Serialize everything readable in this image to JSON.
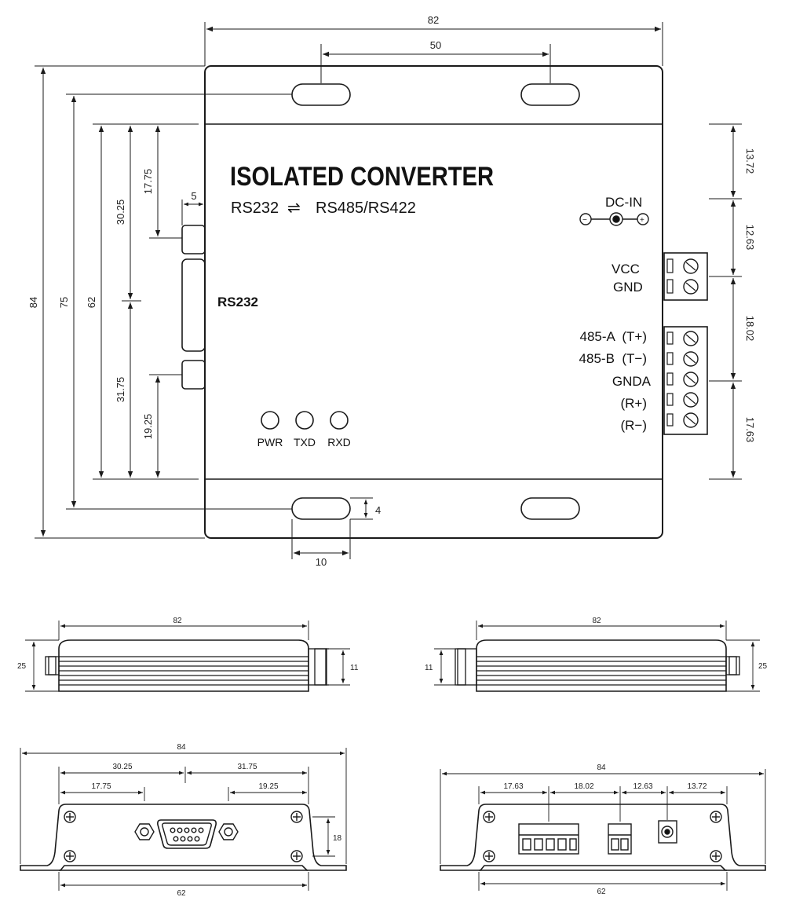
{
  "colors": {
    "line": "#1a1a1a",
    "paper": "#ffffff",
    "fill_dark": "#111111"
  },
  "top_view": {
    "title": "ISOLATED CONVERTER",
    "subtitle_left": "RS232",
    "subtitle_arrow": "⇌",
    "subtitle_right": "RS485/RS422",
    "port_label": "RS232",
    "dc_in": "DC-IN",
    "minus_sign": "−",
    "plus_sign": "+",
    "power_terminals": [
      "VCC",
      "GND"
    ],
    "signal_terminals": [
      "485-A  (T+)",
      "485-B  (T−)",
      "GNDA",
      "(R+)",
      "(R−)"
    ],
    "leds": [
      "PWR",
      "TXD",
      "RXD"
    ],
    "dimensions": {
      "overall_width": "82",
      "hole_spacing": "50",
      "overall_height": "84",
      "hole_height": "75",
      "body_height": "62",
      "upper_offset": "30.25",
      "upper_port": "17.75",
      "lower_offset": "31.75",
      "lower_port": "19.25",
      "port_depth": "5",
      "slot_width": "10",
      "slot_height": "4",
      "right_a": "13.72",
      "right_b": "12.63",
      "right_c": "18.02",
      "right_d": "17.63"
    }
  },
  "side_left": {
    "width": "82",
    "height": "25",
    "connector": "11"
  },
  "side_right": {
    "width": "82",
    "height": "25",
    "connector": "11"
  },
  "end_left": {
    "overall": "84",
    "a": "30.25",
    "b": "31.75",
    "c": "17.75",
    "d": "19.25",
    "height": "18",
    "bottom": "62"
  },
  "end_right": {
    "overall": "84",
    "a": "17.63",
    "b": "18.02",
    "c": "12.63",
    "d": "13.72",
    "bottom": "62"
  }
}
